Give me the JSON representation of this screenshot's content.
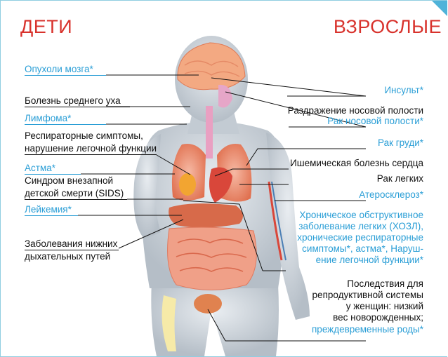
{
  "headings": {
    "children": "ДЕТИ",
    "adults": "ВЗРОСЛЫЕ"
  },
  "colors": {
    "heading": "#d8322c",
    "accent_blue": "#2a9ed6",
    "text": "#111111",
    "frame": "#8fcde0"
  },
  "children_labels": {
    "brain_tumors": "Опухоли мозга*",
    "middle_ear": "Болезнь среднего уха",
    "lymphoma": "Лимфома*",
    "respiratory_1": "Респираторные симптомы,",
    "respiratory_2": "нарушение легочной функции",
    "asthma": "Астма*",
    "sids_1": "Синдром внезапной",
    "sids_2": "детской смерти (SIDS)",
    "leukemia": "Лейкемия*",
    "lower_resp_1": "Заболевания нижних",
    "lower_resp_2": "дыхательных путей"
  },
  "adult_labels": {
    "stroke": "Инсульт*",
    "nasal_irritation": "Раздражение носовой полости",
    "nasal_cancer": "Рак носовой полости*",
    "breast_cancer": "Рак груди*",
    "ischemic": "Ишемическая болезнь сердца",
    "lung_cancer": "Рак легких",
    "atherosclerosis": "Атеросклероз*",
    "copd_1": "Хроническое обструктивное",
    "copd_2": "заболевание легких (ХОЗЛ),",
    "copd_3": "хронические респираторные",
    "copd_4": "симптомы*, астма*, Наруш-",
    "copd_5": "ение легочной функции*",
    "repro_1": "Последствия для",
    "repro_2": "репродуктивной системы",
    "repro_3": "у женщин: низкий",
    "repro_4": "вес новорожденных;",
    "repro_5": "преждевременные роды*"
  }
}
